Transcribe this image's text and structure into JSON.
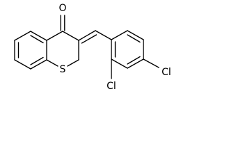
{
  "molecule": {
    "atoms": {
      "oxygen": "O",
      "sulfur": "S",
      "chlorine_ortho": "Cl",
      "chlorine_para": "Cl"
    }
  },
  "colors": {
    "bond": "#000000",
    "label": "#000000",
    "background": "#ffffff"
  }
}
